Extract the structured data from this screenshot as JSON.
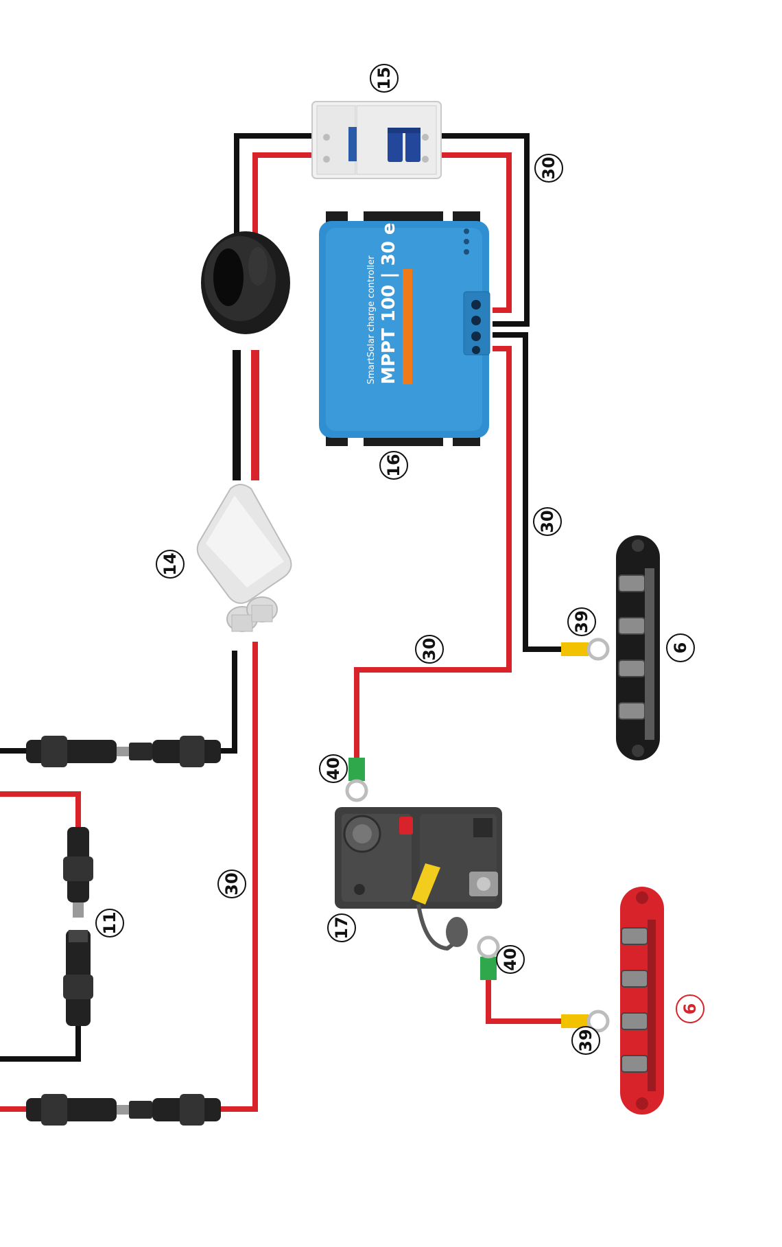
{
  "diagram": {
    "title": "",
    "colors": {
      "positive_wire": "#d8232a",
      "negative_wire": "#111111",
      "mppt_body": "#2f8fd0",
      "breaker_body": "#3e3e3e",
      "busbar_negative": "#1b1b1b",
      "busbar_positive": "#d8232a",
      "ring_terminal_39": "#f2c200",
      "ring_terminal_40": "#2ea84a"
    },
    "labels": {
      "breaker_dc": "15",
      "mppt": "16",
      "entry_gland": "14",
      "circuit_breaker": "17",
      "mc4_branch": "11",
      "busbar_negative": "6",
      "busbar_positive": "6",
      "wire_top_right": "30",
      "wire_neg_right": "30",
      "wire_pos_mid": "30",
      "wire_pos_left": "30",
      "terminal_neg_bus": "39",
      "terminal_pos_bus": "39",
      "terminal_breaker_in": "40",
      "terminal_breaker_out": "40"
    },
    "device_text": {
      "mppt_model": "MPPT 100 | 30 e",
      "mppt_subtitle": "SmartSolar charge controller"
    },
    "icons": [
      "dc-breaker-icon",
      "mppt-controller-icon",
      "cable-grommet-icon",
      "entry-gland-icon",
      "mc4-connector-icon",
      "circuit-breaker-icon",
      "busbar-icon",
      "ring-terminal-icon"
    ]
  }
}
